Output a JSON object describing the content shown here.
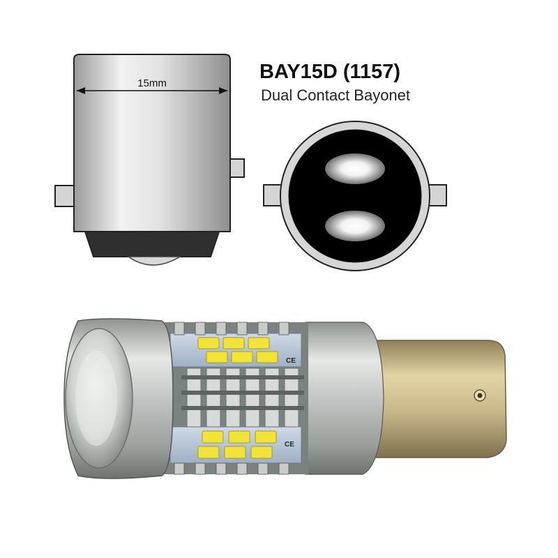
{
  "header": {
    "title": "BAY15D (1157)",
    "subtitle": "Dual Contact Bayonet"
  },
  "base_diagram": {
    "width_label": "15mm"
  },
  "bulb_photo": {
    "markings": [
      "CE",
      "CE"
    ]
  },
  "colors": {
    "silver_body": "#c8ccca",
    "brass_base": "#c9b98a",
    "led_yellow": "#f2e33b",
    "contact_black": "#000000"
  }
}
